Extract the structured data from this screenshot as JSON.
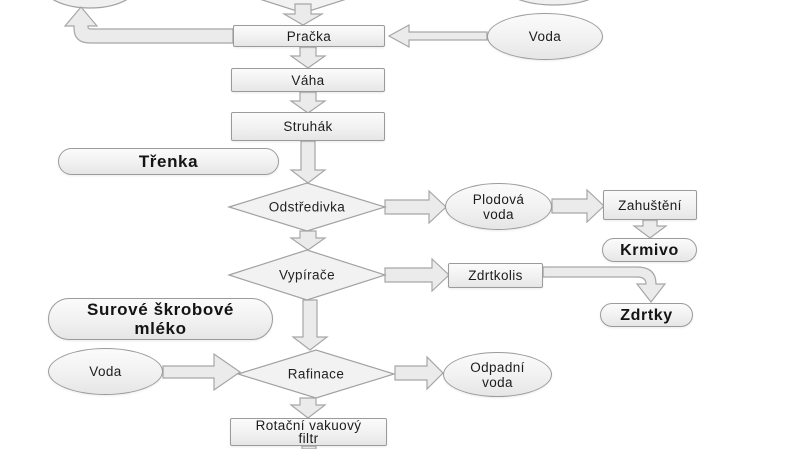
{
  "diagram": {
    "type": "flowchart",
    "language": "cs",
    "nodes": {
      "pracka": {
        "label": "Pračka"
      },
      "voda_top": {
        "label": "Voda"
      },
      "vaha": {
        "label": "Váha"
      },
      "struhak": {
        "label": "Struhák"
      },
      "trenka": {
        "label": "Třenka"
      },
      "odstredivka": {
        "label": "Odstředivka"
      },
      "plodova_voda": {
        "line1": "Plodová",
        "line2": "voda"
      },
      "zahusteni": {
        "label": "Zahuštění"
      },
      "krmivo": {
        "label": "Krmivo"
      },
      "vypirace": {
        "label": "Vypírače"
      },
      "zdrtkolis": {
        "label": "Zdrtkolis"
      },
      "zdrtky": {
        "label": "Zdrtky"
      },
      "surove_mleko": {
        "line1": "Surové škrobové",
        "line2": "mléko"
      },
      "voda_bottom": {
        "label": "Voda"
      },
      "rafinace": {
        "label": "Rafinace"
      },
      "odpadni_voda": {
        "line1": "Odpadní",
        "line2": "voda"
      },
      "rotacni_filtr": {
        "line1": "Rotační vakuový",
        "line2": "filtr"
      }
    },
    "edges": [
      {
        "from": "top-source-diamond",
        "to": "pracka"
      },
      {
        "from": "pracka",
        "to": "top-left-ellipse-recycle"
      },
      {
        "from": "voda_top",
        "to": "pracka"
      },
      {
        "from": "pracka",
        "to": "vaha"
      },
      {
        "from": "vaha",
        "to": "struhak"
      },
      {
        "from": "struhak",
        "to": "odstredivka"
      },
      {
        "from": "odstredivka",
        "to": "plodova_voda"
      },
      {
        "from": "plodova_voda",
        "to": "zahusteni"
      },
      {
        "from": "zahusteni",
        "to": "krmivo"
      },
      {
        "from": "odstredivka",
        "to": "vypirace"
      },
      {
        "from": "vypirace",
        "to": "zdrtkolis"
      },
      {
        "from": "zdrtkolis",
        "to": "zdrtky"
      },
      {
        "from": "vypirace",
        "to": "rafinace"
      },
      {
        "from": "voda_bottom",
        "to": "rafinace"
      },
      {
        "from": "rafinace",
        "to": "odpadni_voda"
      },
      {
        "from": "rafinace",
        "to": "rotacni_filtr"
      },
      {
        "from": "rotacni_filtr",
        "to": "below-cutoff"
      }
    ],
    "colors": {
      "background": "#ffffff",
      "shape_fill": "#f1f1f1",
      "shape_border": "#9b9b9b",
      "arrow_fill": "#ebebeb",
      "arrow_border": "#a6a6a6",
      "text": "#1c1c1c"
    }
  }
}
